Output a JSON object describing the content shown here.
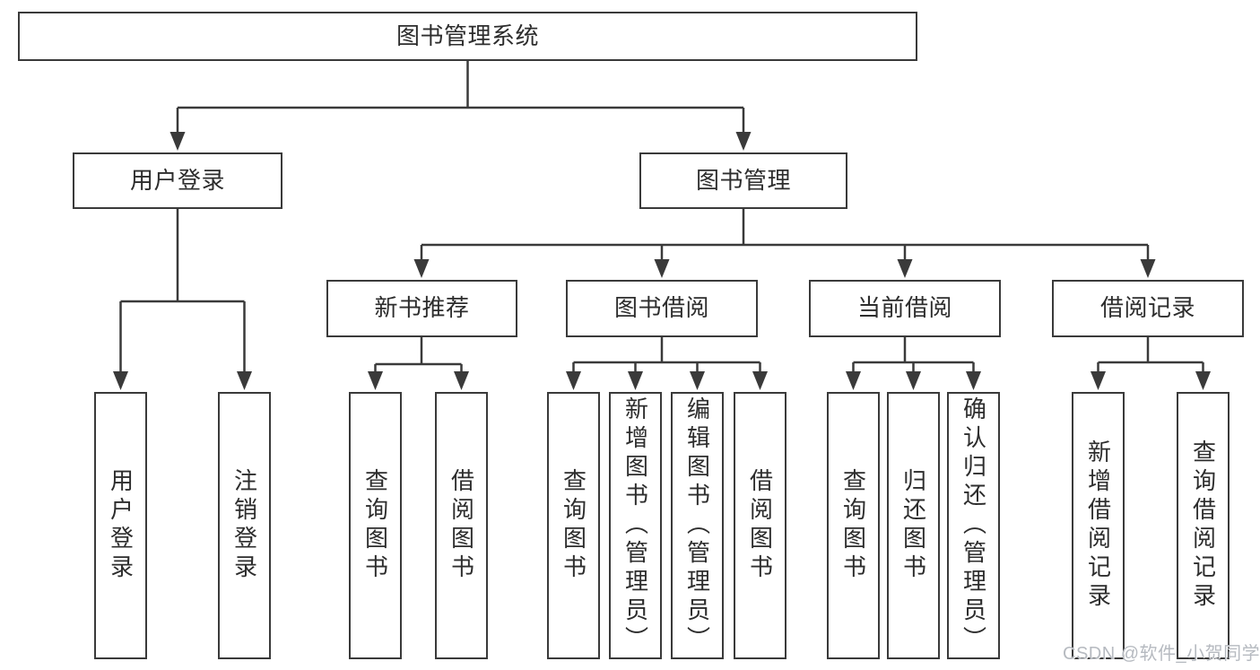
{
  "tree": {
    "root": "图书管理系统",
    "login": {
      "label": "用户登录",
      "children": [
        "用户登录",
        "注销登录"
      ]
    },
    "manage": {
      "label": "图书管理",
      "groups": [
        {
          "label": "新书推荐",
          "children": [
            "查询图书",
            "借阅图书"
          ]
        },
        {
          "label": "图书借阅",
          "children": [
            "查询图书",
            "新增图书（管理员）",
            "编辑图书（管理员）",
            "借阅图书"
          ]
        },
        {
          "label": "当前借阅",
          "children": [
            "查询图书",
            "归还图书",
            "确认归还（管理员）"
          ]
        },
        {
          "label": "借阅记录",
          "children": [
            "新增借阅记录",
            "查询借阅记录"
          ]
        }
      ]
    }
  },
  "watermark": "CSDN @软件_小贺同学",
  "colors": {
    "line": "#3a3a3a",
    "border": "#3a3a3a",
    "text": "#2d2d2d",
    "box_fill": "#ffffff",
    "background": "#ffffff",
    "watermark": "#b6bac0"
  }
}
